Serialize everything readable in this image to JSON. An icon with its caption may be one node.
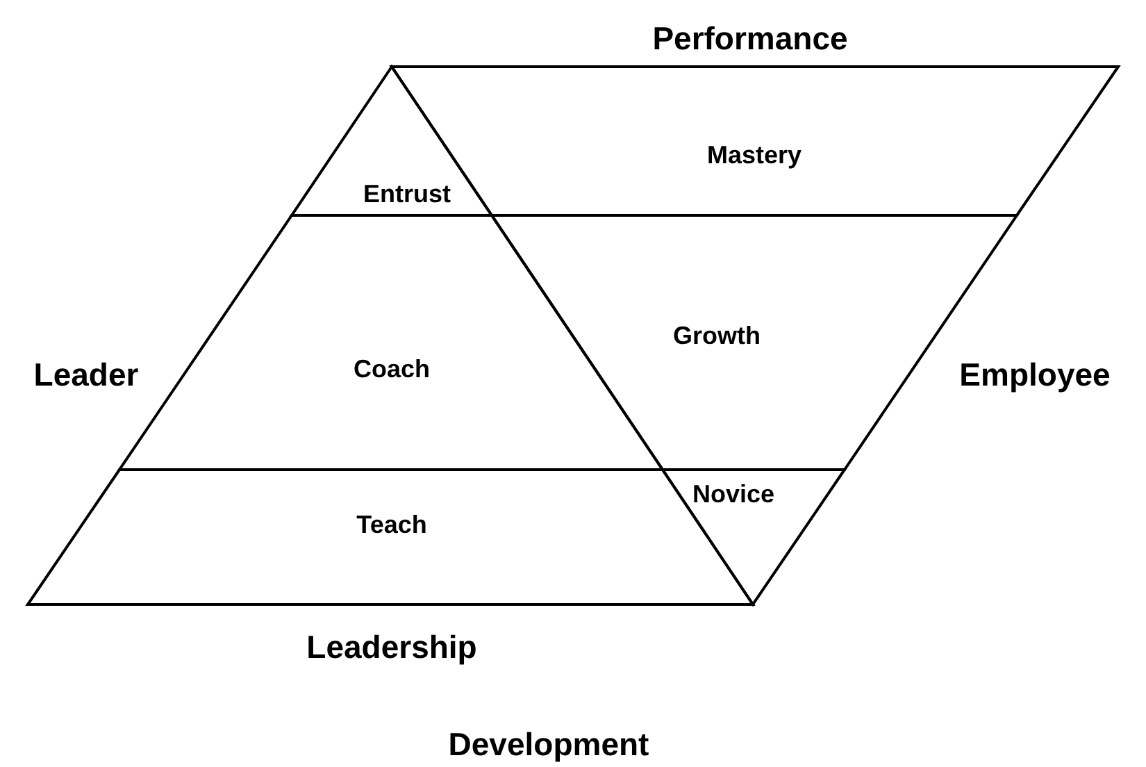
{
  "diagram": {
    "nodes": [
      {
        "text": [
          "Entrust"
        ]
      },
      {
        "text": [
          "Coach"
        ]
      },
      {
        "text": [
          "Teach"
        ]
      },
      {
        "text": [
          "Mastery"
        ]
      },
      {
        "text": [
          "Growth"
        ]
      },
      {
        "text": [
          "Novice"
        ]
      }
    ],
    "edges": [],
    "labels": [
      "Performance",
      "Leader",
      "Employee",
      "Leadership",
      "Development"
    ]
  }
}
